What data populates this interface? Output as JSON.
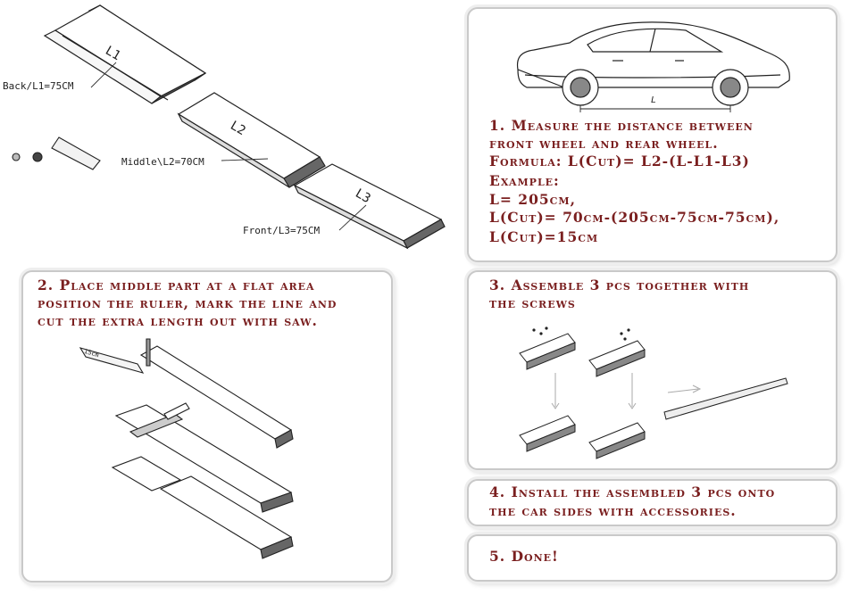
{
  "top_left": {
    "part_labels": [
      "Back/L1=75CM",
      "Middle\\L2=70CM",
      "Front/L3=75CM"
    ],
    "piece_letters": [
      "L1",
      "L2",
      "L3"
    ]
  },
  "step1": {
    "car_dimension_letter": "L",
    "lines": [
      "1. Measure the distance between",
      "front wheel and rear wheel.",
      "Formula: L(Cut)= L2-(L-L1-L3)",
      "Example:",
      "L= 205cm,",
      "L(Cut)= 70cm-(205cm-75cm-75cm),",
      "L(Cut)=15cm"
    ]
  },
  "step2": {
    "lines": [
      "2. Place middle part at a flat area",
      "position the ruler, mark the line and",
      "cut the extra length out with saw."
    ],
    "ruler_text": "15cm"
  },
  "step3": {
    "lines": [
      "3. Assemble 3 pcs together with",
      "the screws"
    ]
  },
  "step4": {
    "lines": [
      "4. Install the assembled 3 pcs onto",
      "the car sides with accessories."
    ]
  },
  "step5": {
    "lines": [
      "5. Done!"
    ]
  }
}
